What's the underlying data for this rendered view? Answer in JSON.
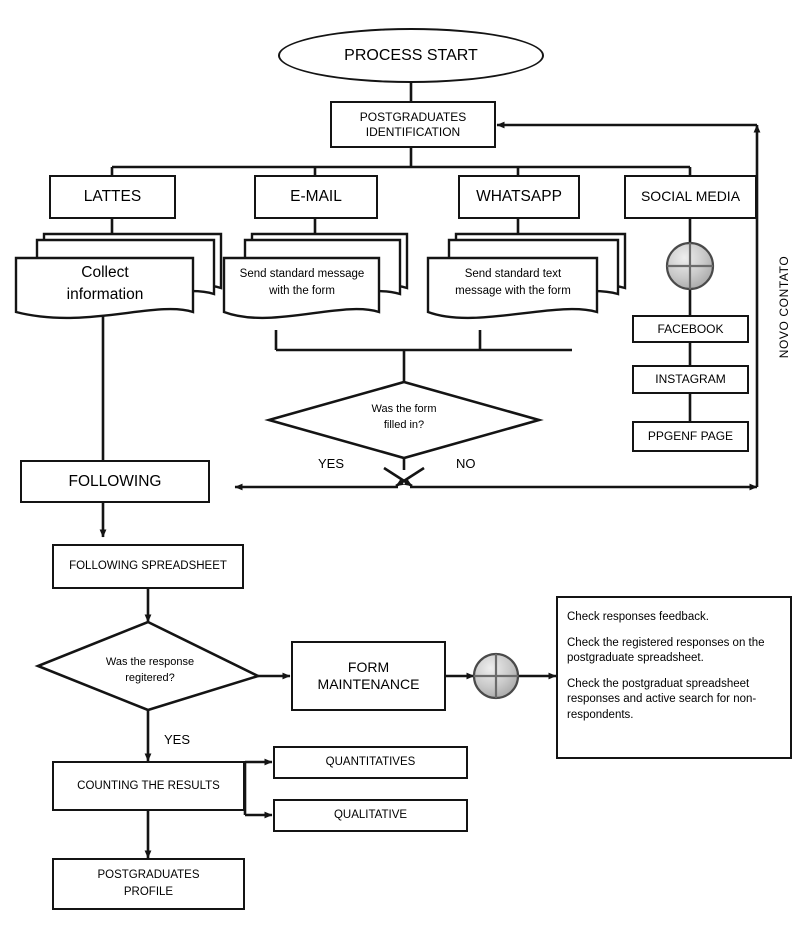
{
  "diagram": {
    "title": "Postgraduates data collection process flowchart",
    "colors": {
      "line": "#141414",
      "text": "#000000",
      "background": "#ffffff",
      "junction_fill": "#bcbcbc"
    },
    "nodes": {
      "start": {
        "label": "PROCESS START",
        "shape": "oval"
      },
      "identification": {
        "label": "POSTGRADUATES\nIDENTIFICATION",
        "line1": "POSTGRADUATES",
        "line2": "IDENTIFICATION",
        "shape": "rect"
      },
      "lattes": {
        "label": "LATTES",
        "shape": "rect"
      },
      "email": {
        "label": "E-MAIL",
        "shape": "rect"
      },
      "whatsapp": {
        "label": "WHATSAPP",
        "shape": "rect"
      },
      "social_media": {
        "label": "SOCIAL MEDIA",
        "shape": "rect"
      },
      "collect_information": {
        "line1": "Collect",
        "line2": "information",
        "shape": "document-stack"
      },
      "send_standard_message": {
        "line1": "Send standard message",
        "line2": "with the form",
        "shape": "document-stack"
      },
      "send_standard_text": {
        "line1": "Send standard text",
        "line2": "message with the form",
        "shape": "document-stack"
      },
      "facebook": {
        "label": "FACEBOOK",
        "shape": "rect"
      },
      "instagram": {
        "label": "INSTAGRAM",
        "shape": "rect"
      },
      "ppgenf_page": {
        "label": "PPGENF PAGE",
        "shape": "rect"
      },
      "form_filled_decision": {
        "line1": "Was the form",
        "line2": "filled in?",
        "shape": "diamond"
      },
      "following": {
        "label": "FOLLOWING",
        "shape": "rect"
      },
      "following_spreadsheet": {
        "label": "FOLLOWING SPREADSHEET",
        "shape": "rect"
      },
      "response_registered_decision": {
        "line1": "Was the response",
        "line2": "regitered?",
        "shape": "diamond"
      },
      "form_maintenance": {
        "line1": "FORM",
        "line2": "MAINTENANCE",
        "shape": "rect"
      },
      "counting_the_results": {
        "label": "COUNTING THE RESULTS",
        "shape": "rect"
      },
      "quantitatives": {
        "label": "QUANTITATIVES",
        "shape": "rect"
      },
      "qualitative": {
        "label": "QUALITATIVE",
        "shape": "rect"
      },
      "postgraduates_profile": {
        "line1": "POSTGRADUATES",
        "line2": "PROFILE",
        "shape": "rect"
      },
      "notes": {
        "shape": "rect",
        "paragraphs": [
          "Check responses feedback.",
          "Check the registered responses on the postgraduate spreadsheet.",
          "Check the postgraduat spreadsheet responses and active search for non-respondents."
        ]
      }
    },
    "edge_labels": {
      "yes_form": "YES",
      "no_form": "NO",
      "yes_response": "YES",
      "loop_back": "NOVO CONTATO"
    },
    "junctions": {
      "social_media_junction": "summing-junction",
      "form_maintenance_junction": "summing-junction"
    }
  }
}
